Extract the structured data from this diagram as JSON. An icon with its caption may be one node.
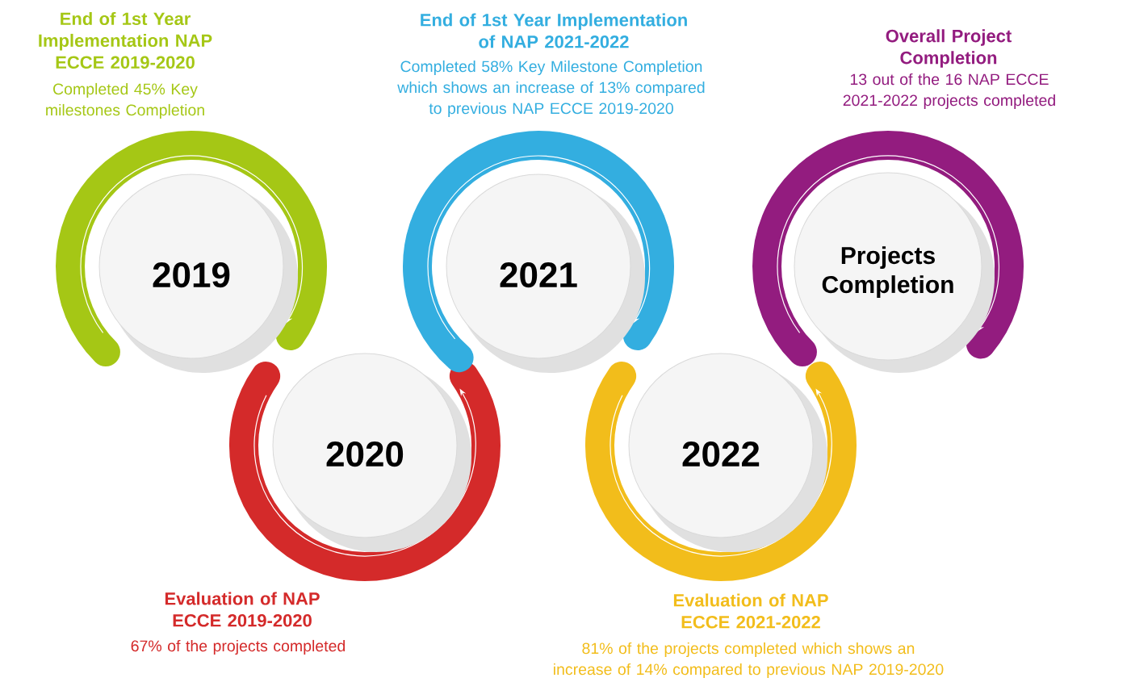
{
  "diagram": {
    "nodes": [
      {
        "text": [
          "2019"
        ],
        "beside": [
          "End of 1st Year Implementation NAP ECCE 2019-2020",
          "Completed 45% Key milestones Completion"
        ]
      },
      {
        "text": [
          "2020"
        ],
        "beside": [
          "Evaluation of NAP ECCE 2019-2020",
          "67% of the projects completed"
        ]
      },
      {
        "text": [
          "2021"
        ],
        "beside": [
          "End of 1st Year Implementation of NAP 2021-2022",
          "Completed 58% Key Milestone Completion which shows an increase of 13% compared to previous NAP ECCE 2019-2020"
        ]
      },
      {
        "text": [
          "2022"
        ],
        "beside": [
          "Evaluation of NAP ECCE 2021-2022",
          "81% of the projects completed which shows an increase of 14% compared to previous NAP 2019-2020"
        ]
      },
      {
        "text": [
          "Projects Completion"
        ],
        "beside": [
          "Overall Project Completion",
          "13 out of the 16 NAP ECCE 2021-2022 projects completed"
        ]
      }
    ]
  }
}
